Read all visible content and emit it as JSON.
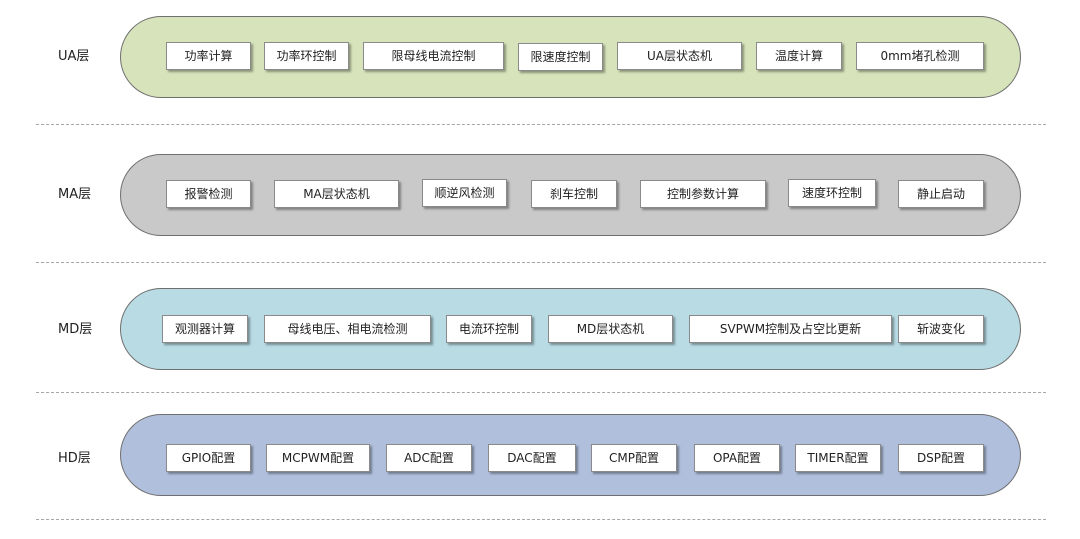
{
  "colors": {
    "ua_fill": "#d6e3bb",
    "ma_fill": "#c9c9c9",
    "md_fill": "#b8dbe4",
    "hd_fill": "#b0bfdc",
    "separator": "#a6a6a6"
  },
  "layers": {
    "ua": {
      "label": "UA层",
      "modules": [
        "功率计算",
        "功率环控制",
        "限母线电流控制",
        "限速度控制",
        "UA层状态机",
        "温度计算",
        "0mm堵孔检测"
      ]
    },
    "ma": {
      "label": "MA层",
      "modules": [
        "报警检测",
        "MA层状态机",
        "顺逆风检测",
        "刹车控制",
        "控制参数计算",
        "速度环控制",
        "静止启动"
      ]
    },
    "md": {
      "label": "MD层",
      "modules": [
        "观测器计算",
        "母线电压、相电流检测",
        "电流环控制",
        "MD层状态机",
        "SVPWM控制及占空比更新",
        "斩波变化"
      ]
    },
    "hd": {
      "label": "HD层",
      "modules": [
        "GPIO配置",
        "MCPWM配置",
        "ADC配置",
        "DAC配置",
        "CMP配置",
        "OPA配置",
        "TIMER配置",
        "DSP配置"
      ]
    }
  }
}
